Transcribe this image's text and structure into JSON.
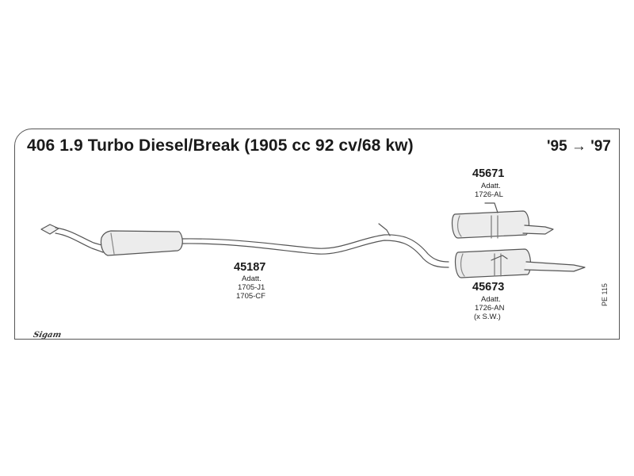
{
  "diagram": {
    "title": "406 1.9 Turbo Diesel/Break (1905 cc 92 cv/68 kw)",
    "years": "'95 → '97",
    "parts": [
      {
        "number": "45187",
        "notes": [
          "Adatt.",
          "1705-J1",
          "1705-CF"
        ]
      },
      {
        "number": "45671",
        "notes": [
          "Adatt.",
          "1726-AL"
        ]
      },
      {
        "number": "45673",
        "notes": [
          "Adatt.",
          "1726-AN",
          "(x S.W.)"
        ]
      }
    ],
    "page_code": "PE 115",
    "logo_text": "Sigam"
  }
}
